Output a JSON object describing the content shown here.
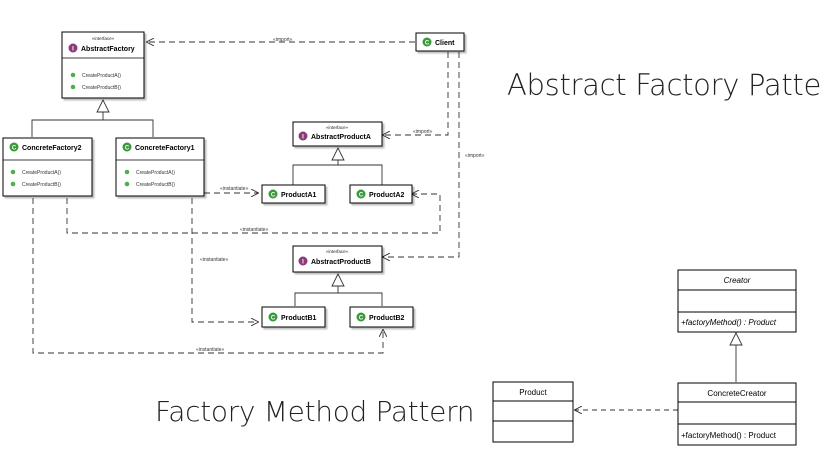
{
  "headings": {
    "abstract_factory": "Abstract Factory Pattern",
    "factory_method": "Factory Method Pattern"
  },
  "stereotypes": {
    "interface": "«interface»",
    "import": "«import»",
    "instantiate": "«instantiate»"
  },
  "abstract_factory": {
    "abstract_factory_class": {
      "name": "AbstractFactory",
      "methods": [
        "CreateProductA()",
        "CreateProductB()"
      ]
    },
    "client": {
      "name": "Client"
    },
    "concrete_factory_2": {
      "name": "ConcreteFactory2",
      "methods": [
        "CreateProductA()",
        "CreateProductB()"
      ]
    },
    "concrete_factory_1": {
      "name": "ConcreteFactory1",
      "methods": [
        "CreateProductA()",
        "CreateProductB()"
      ]
    },
    "abstract_product_a": {
      "name": "AbstractProductA"
    },
    "abstract_product_b": {
      "name": "AbstractProductB"
    },
    "product_a1": {
      "name": "ProductA1"
    },
    "product_a2": {
      "name": "ProductA2"
    },
    "product_b1": {
      "name": "ProductB1"
    },
    "product_b2": {
      "name": "ProductB2"
    }
  },
  "factory_method": {
    "creator": {
      "name": "Creator",
      "operation": "+factoryMethod() : Product"
    },
    "concrete_creator": {
      "name": "ConcreteCreator",
      "operation": "+factoryMethod() : Product"
    },
    "product": {
      "name": "Product"
    }
  },
  "colors": {
    "interface_icon": "#8b3b7c",
    "class_icon": "#3a9a3a",
    "method_icon": "#4caf50",
    "line": "#333333"
  },
  "icons": {
    "interface": "interface-icon",
    "class": "class-icon",
    "method": "method-icon"
  }
}
